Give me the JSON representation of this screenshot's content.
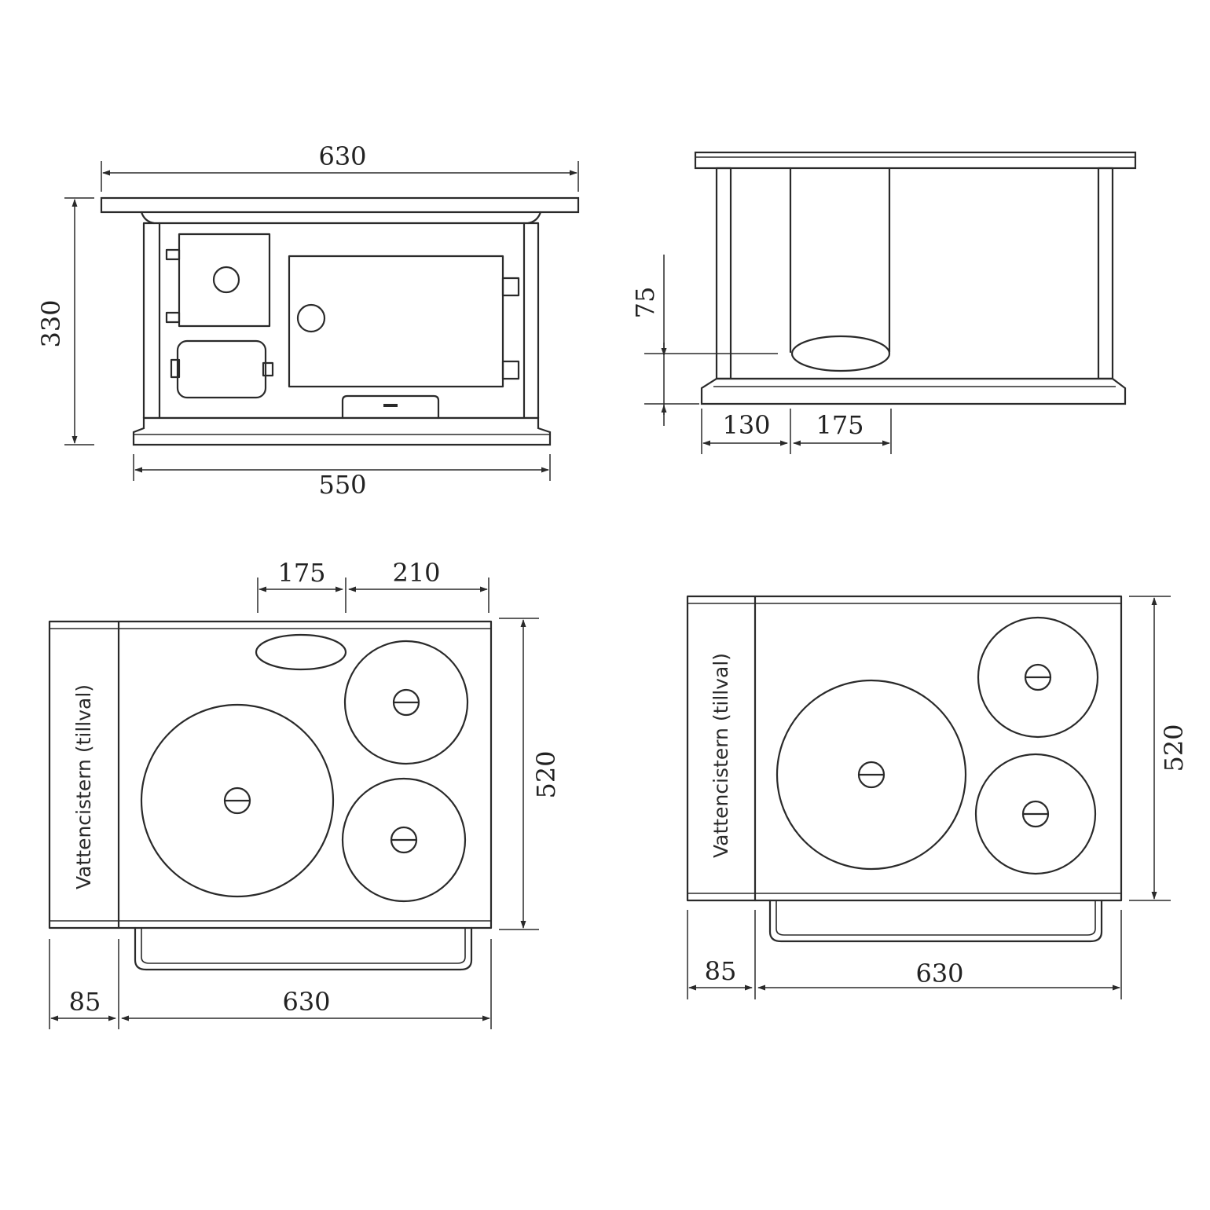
{
  "views": {
    "front": {
      "width_top": "630",
      "height": "330",
      "width_base": "550"
    },
    "side": {
      "dim_height": "75",
      "dim_left": "130",
      "dim_mid": "175"
    },
    "top_left": {
      "dim_top_a": "175",
      "dim_top_b": "210",
      "depth": "520",
      "dim_side": "85",
      "dim_width": "630",
      "label": "Vattencistern (tillval)"
    },
    "top_right": {
      "depth": "520",
      "dim_side": "85",
      "dim_width": "630",
      "label": "Vattencistern (tillval)"
    }
  },
  "colors": {
    "line": "#2a2a2a",
    "background": "#ffffff"
  }
}
